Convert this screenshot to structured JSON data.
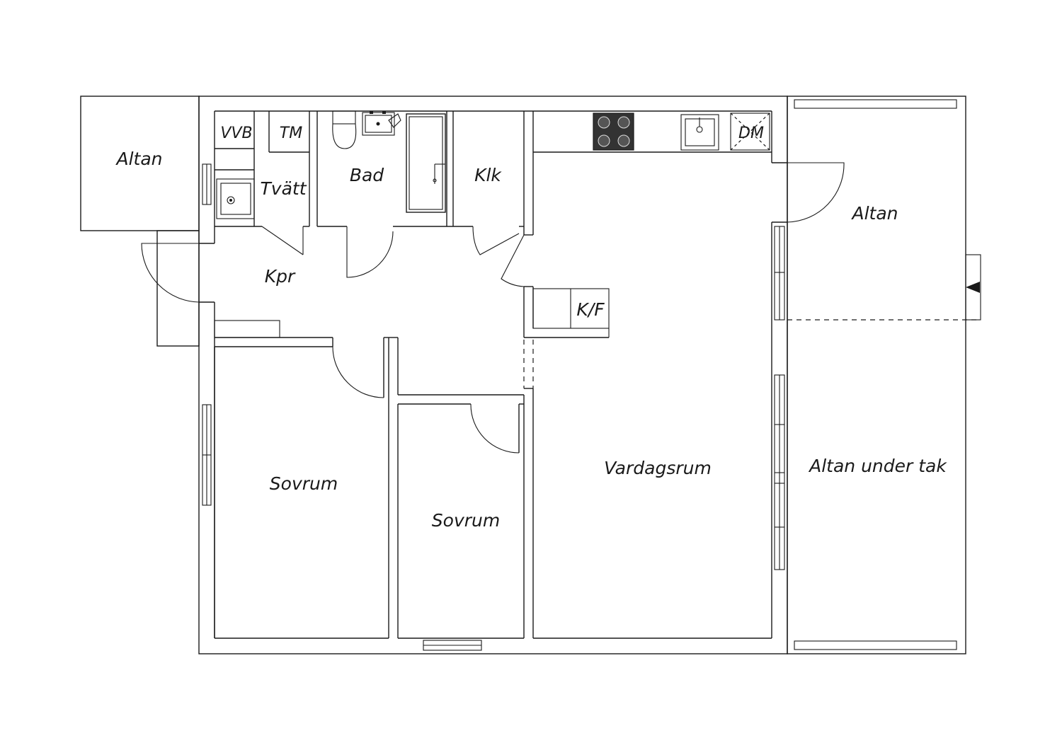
{
  "rooms": {
    "altan_left": "Altan",
    "vvb": "VVB",
    "tm": "TM",
    "tvatt": "Tvätt",
    "bad": "Bad",
    "klk": "Klk",
    "dm": "DM",
    "altan_right": "Altan",
    "kpr": "Kpr",
    "kf": "K/F",
    "sovrum_1": "Sovrum",
    "sovrum_2": "Sovrum",
    "vardagsrum": "Vardagsrum",
    "altan_under_tak": "Altan under tak"
  }
}
